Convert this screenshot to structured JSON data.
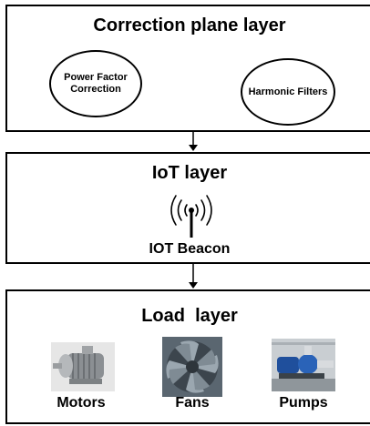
{
  "correction_layer": {
    "title": "Correction plane layer",
    "items": [
      "Power Factor Correction",
      "Harmonic Filters"
    ]
  },
  "iot_layer": {
    "title": "IoT layer",
    "device_label": "IOT Beacon",
    "device_icon": "wireless-beacon-icon"
  },
  "load_layer": {
    "title": "Load  layer",
    "items": [
      {
        "label": "Motors",
        "icon": "motor-icon"
      },
      {
        "label": "Fans",
        "icon": "fan-icon"
      },
      {
        "label": "Pumps",
        "icon": "pump-icon"
      }
    ]
  },
  "colors": {
    "border": "#000000",
    "background": "#ffffff"
  }
}
